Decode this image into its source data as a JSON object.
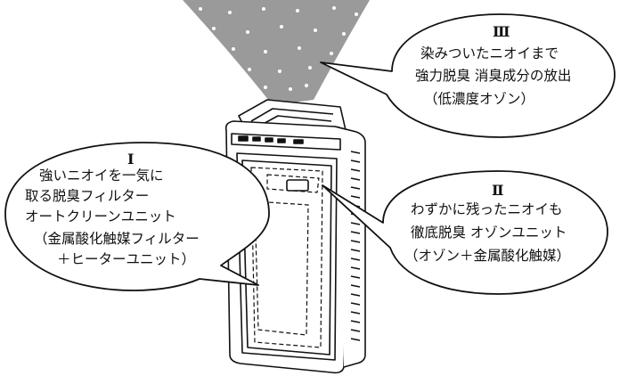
{
  "callouts": {
    "one": {
      "numeral": "Ⅰ",
      "lines": [
        "強いニオイを一気に",
        "取る脱臭フィルター",
        "オートクリーンユニット",
        "（金属酸化触媒フィルター",
        "＋ヒーターユニット）"
      ]
    },
    "two": {
      "numeral": "Ⅱ",
      "lines": [
        "わずかに残ったニオイも",
        "徹底脱臭 オゾンユニット",
        "（オゾン＋金属酸化触媒）"
      ]
    },
    "three": {
      "numeral": "Ⅲ",
      "lines": [
        "染みついたニオイまで",
        "強力脱臭 消臭成分の放出",
        "（低濃度オゾン）"
      ]
    }
  },
  "colors": {
    "plume": "#9a9a9a",
    "outline": "#111111",
    "background": "#ffffff"
  }
}
